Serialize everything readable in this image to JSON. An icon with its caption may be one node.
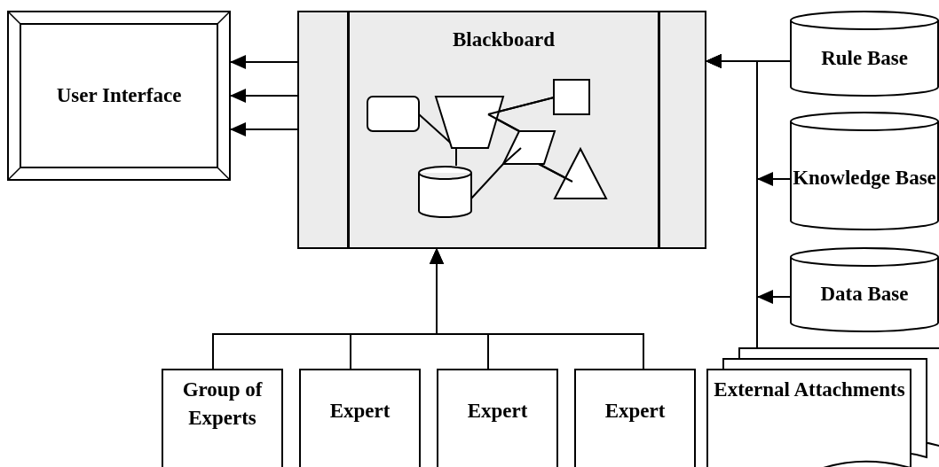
{
  "diagram": {
    "nodes": [
      {
        "text": [
          "User Interface"
        ]
      },
      {
        "text": [
          "Blackboard"
        ]
      },
      {
        "text": [
          "Rule Base"
        ]
      },
      {
        "text": [
          "Knowledge Base"
        ]
      },
      {
        "text": [
          "Data Base"
        ]
      },
      {
        "text": [
          "Group of Experts"
        ]
      },
      {
        "text": [
          "Expert"
        ]
      },
      {
        "text": [
          "Expert"
        ]
      },
      {
        "text": [
          "Expert"
        ]
      },
      {
        "text": [
          "External Attachments"
        ]
      }
    ],
    "edges": [
      {
        "from": 1,
        "to": 0,
        "arrow": "to"
      },
      {
        "from": 1,
        "to": 0,
        "arrow": "to"
      },
      {
        "from": 1,
        "to": 0,
        "arrow": "to"
      },
      {
        "from": 2,
        "to": 1,
        "arrow": "to"
      },
      {
        "from": 3,
        "to": 1,
        "arrow": "to"
      },
      {
        "from": 4,
        "to": 1,
        "arrow": "to"
      },
      {
        "from": 9,
        "to": 1,
        "arrow": "to"
      },
      {
        "from": 5,
        "to": 1,
        "arrow": "to"
      },
      {
        "from": 6,
        "to": 1,
        "arrow": "to"
      },
      {
        "from": 7,
        "to": 1,
        "arrow": "to"
      },
      {
        "from": 8,
        "to": 1,
        "arrow": "to"
      }
    ]
  }
}
